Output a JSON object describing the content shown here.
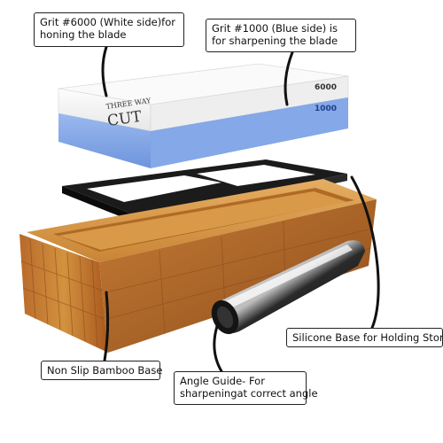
{
  "product": {
    "brand_logo_line1": "THREE WAY",
    "brand_logo_line2": "CUT",
    "stone_top_grit": "6000",
    "stone_bottom_grit": "1000"
  },
  "callouts": {
    "white_side": [
      "Grit #6000 (White side)for",
      "honing the blade"
    ],
    "blue_side": [
      "Grit #1000 (Blue side) is",
      "for sharpening the blade"
    ],
    "silicone_base": "Silicone Base for Holding Stone",
    "bamboo_base": "Non Slip Bamboo Base",
    "angle_guide": [
      "Angle Guide- For",
      "sharpeningat correct angle"
    ]
  },
  "colors": {
    "stone_white": "#f4f4f4",
    "stone_blue": "#7ea3e6",
    "silicone": "#1a1a1a",
    "bamboo": "#c98535",
    "guide_metal": "#d8d8d8"
  }
}
